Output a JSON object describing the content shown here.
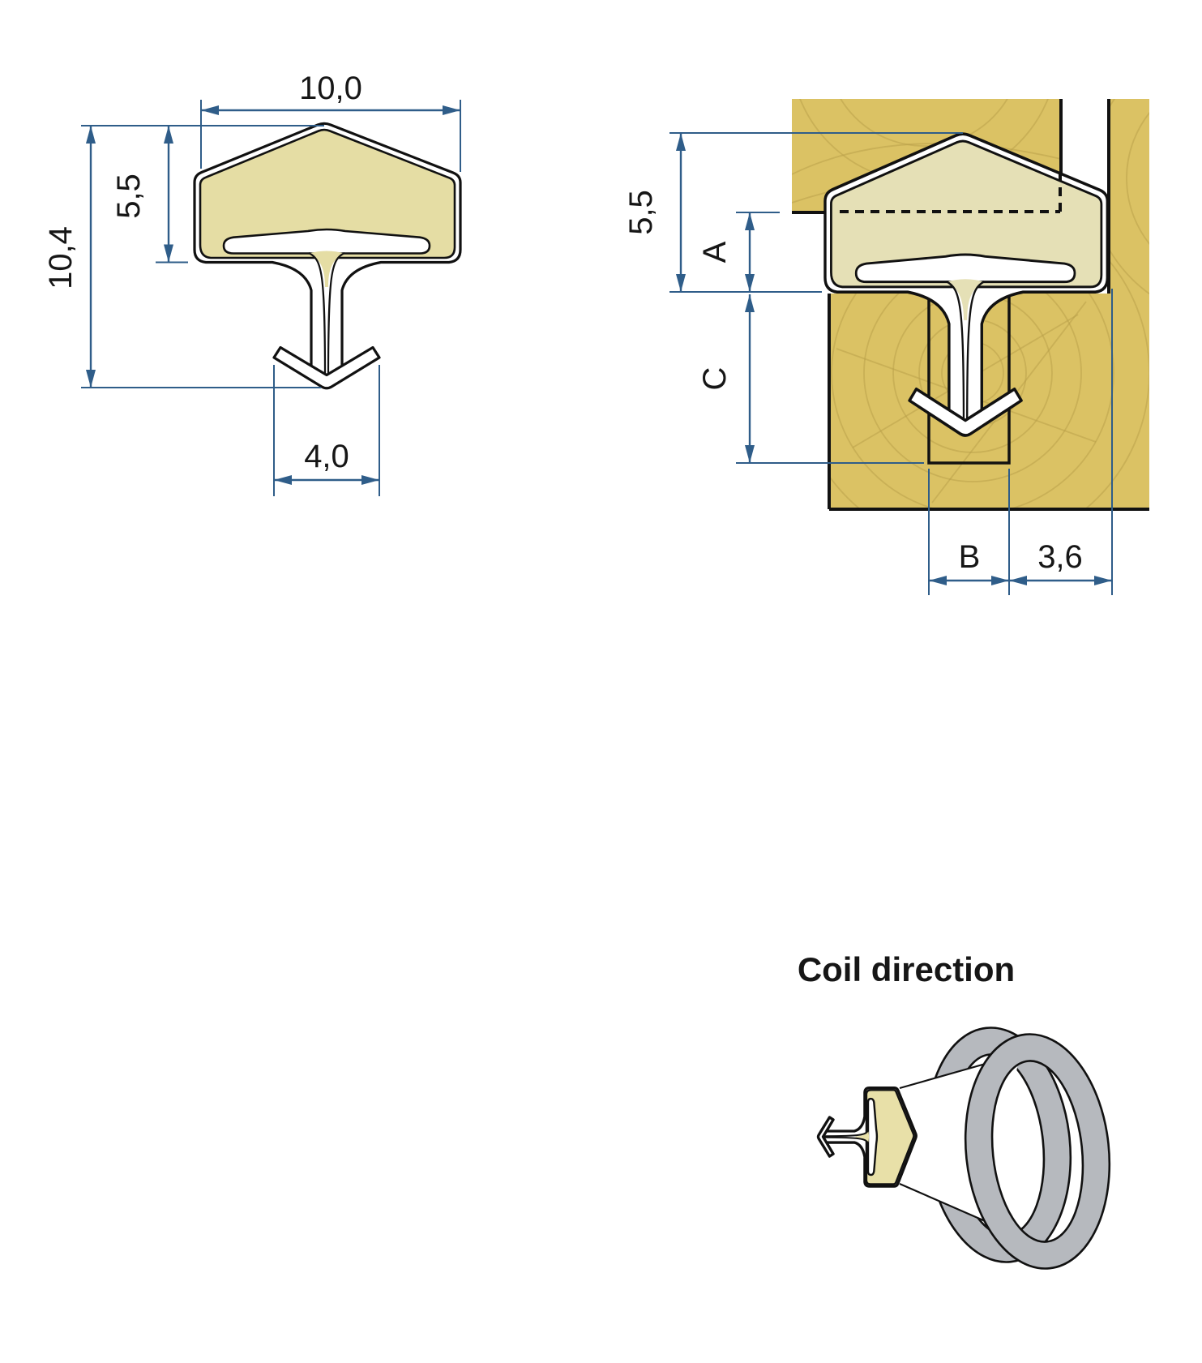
{
  "colors": {
    "dimension_blue": "#2f5d89",
    "outline_black": "#111111",
    "seal_cream": "#e5dda4",
    "seal_cream_installed": "#e5e0b6",
    "wood_gold": "#dbc264",
    "wood_grain": "#b89e47",
    "coil_gray": "#b6b9be"
  },
  "profile_view": {
    "description": "seal profile cross-section with dimensions in mm",
    "dimensions": {
      "overall_width": "10,0",
      "head_height": "5,5",
      "overall_height": "10,4",
      "barb_width": "4,0"
    }
  },
  "installed_view": {
    "description": "seal installed in wooden frame groove",
    "dimensions": {
      "head_height": "5,5",
      "compression_travel": "A",
      "groove_depth": "C",
      "groove_width": "B",
      "edge_distance": "3,6"
    }
  },
  "coil_view": {
    "title": "Coil direction"
  }
}
